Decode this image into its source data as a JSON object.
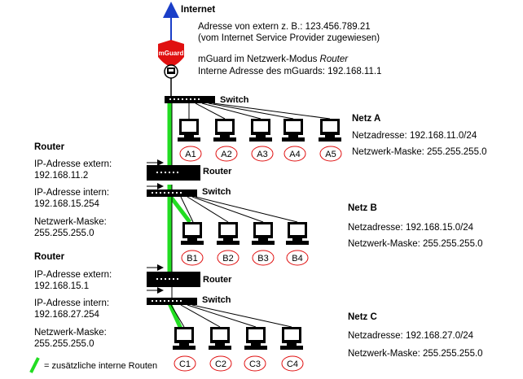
{
  "internet": {
    "title": "Internet"
  },
  "external": {
    "line1": "Adresse von extern z. B.: 123.456.789.21",
    "line2": "(vom Internet Service Provider zugewiesen)"
  },
  "mguard": {
    "logo": "mGuard",
    "line1_prefix": "mGuard im Netzwerk-Modus ",
    "line1_mode": "Router",
    "line2": "Interne Adresse des mGuards: 192.168.11.1"
  },
  "switch_label": "Switch",
  "router_label": "Router",
  "netA": {
    "title": "Netz A",
    "address": "Netzadresse: 192.168.11.0/24",
    "mask": "Netzwerk-Maske: 255.255.255.0",
    "hosts": [
      "A1",
      "A2",
      "A3",
      "A4",
      "A5"
    ]
  },
  "netB": {
    "title": "Netz B",
    "address": "Netzadresse: 192.168.15.0/24",
    "mask": "Netzwerk-Maske: 255.255.255.0",
    "hosts": [
      "B1",
      "B2",
      "B3",
      "B4"
    ]
  },
  "netC": {
    "title": "Netz C",
    "address": "Netzadresse: 192.168.27.0/24",
    "mask": "Netzwerk-Maske: 255.255.255.0",
    "hosts": [
      "C1",
      "C2",
      "C3",
      "C4"
    ]
  },
  "router1": {
    "title": "Router",
    "ext_label": "IP-Adresse extern:",
    "ext_value": "192.168.11.2",
    "int_label": "IP-Adresse intern:",
    "int_value": "192.168.15.254",
    "mask_label": "Netzwerk-Maske:",
    "mask_value": "255.255.255.0"
  },
  "router2": {
    "title": "Router",
    "ext_label": "IP-Adresse extern:",
    "ext_value": "192.168.15.1",
    "int_label": "IP-Adresse intern:",
    "int_value": "192.168.27.254",
    "mask_label": "Netzwerk-Maske:",
    "mask_value": "255.255.255.0"
  },
  "legend": {
    "text": "= zusätzliche interne Routen",
    "color": "#22dd22"
  },
  "colors": {
    "route": "#22dd22",
    "arrow": "#1a3ec8",
    "guard": "#e01010",
    "host_circle": "#e01010"
  }
}
